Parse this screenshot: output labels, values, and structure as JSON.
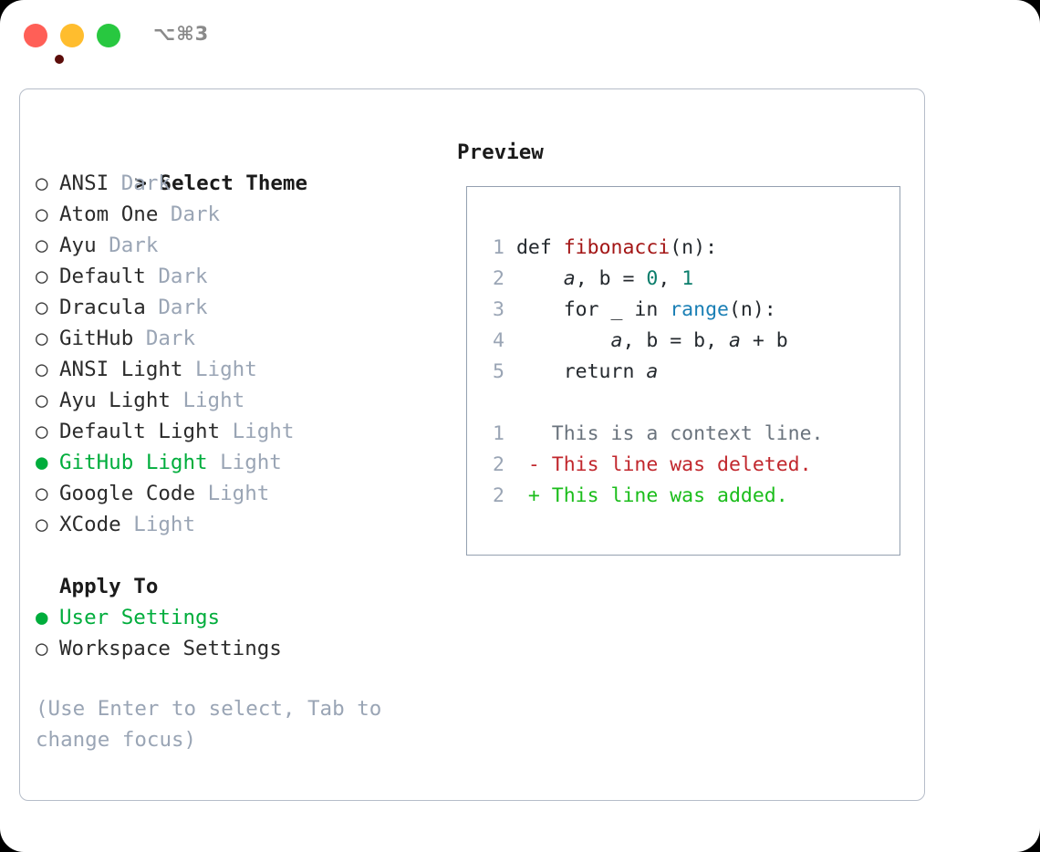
{
  "titlebar": {
    "shortcut": "⌥⌘3",
    "lights": {
      "close": "close-button",
      "minimize": "minimize-button",
      "maximize": "maximize-button"
    }
  },
  "theme_picker": {
    "header_prefix": ">",
    "header": "Select Theme",
    "bullet_off": "○",
    "bullet_on": "●",
    "items": [
      {
        "name": "ANSI",
        "tag": "Dark",
        "selected": false
      },
      {
        "name": "Atom One",
        "tag": "Dark",
        "selected": false
      },
      {
        "name": "Ayu",
        "tag": "Dark",
        "selected": false
      },
      {
        "name": "Default",
        "tag": "Dark",
        "selected": false
      },
      {
        "name": "Dracula",
        "tag": "Dark",
        "selected": false
      },
      {
        "name": "GitHub",
        "tag": "Dark",
        "selected": false
      },
      {
        "name": "ANSI Light",
        "tag": "Light",
        "selected": false
      },
      {
        "name": "Ayu Light",
        "tag": "Light",
        "selected": false
      },
      {
        "name": "Default Light",
        "tag": "Light",
        "selected": false
      },
      {
        "name": "GitHub Light",
        "tag": "Light",
        "selected": true
      },
      {
        "name": "Google Code",
        "tag": "Light",
        "selected": false
      },
      {
        "name": "XCode",
        "tag": "Light",
        "selected": false
      }
    ]
  },
  "apply_to": {
    "header": "Apply To",
    "items": [
      {
        "name": "User Settings",
        "selected": true
      },
      {
        "name": "Workspace Settings",
        "selected": false
      }
    ]
  },
  "hint": "(Use Enter to select, Tab to change focus)",
  "preview": {
    "title": "Preview",
    "code_lines": [
      {
        "no": "1",
        "tokens": [
          {
            "t": "def ",
            "c": "kw"
          },
          {
            "t": "fibonacci",
            "c": "fn"
          },
          {
            "t": "(n):",
            "c": "plain"
          }
        ]
      },
      {
        "no": "2",
        "tokens": [
          {
            "t": "    ",
            "c": "plain"
          },
          {
            "t": "a",
            "c": "var"
          },
          {
            "t": ", b = ",
            "c": "plain"
          },
          {
            "t": "0",
            "c": "num"
          },
          {
            "t": ", ",
            "c": "plain"
          },
          {
            "t": "1",
            "c": "num"
          }
        ]
      },
      {
        "no": "3",
        "tokens": [
          {
            "t": "    for _ in ",
            "c": "plain"
          },
          {
            "t": "range",
            "c": "bi"
          },
          {
            "t": "(n):",
            "c": "plain"
          }
        ]
      },
      {
        "no": "4",
        "tokens": [
          {
            "t": "        ",
            "c": "plain"
          },
          {
            "t": "a",
            "c": "var"
          },
          {
            "t": ", b = b, ",
            "c": "plain"
          },
          {
            "t": "a",
            "c": "var"
          },
          {
            "t": " + b",
            "c": "plain"
          }
        ]
      },
      {
        "no": "5",
        "tokens": [
          {
            "t": "    return ",
            "c": "plain"
          },
          {
            "t": "a",
            "c": "var"
          }
        ]
      }
    ],
    "diff_lines": [
      {
        "no": "1",
        "marker": "  ",
        "text": "This is a context line.",
        "kind": "context"
      },
      {
        "no": "2",
        "marker": "- ",
        "text": "This line was deleted.",
        "kind": "deletion"
      },
      {
        "no": "2",
        "marker": "+ ",
        "text": "This line was added.",
        "kind": "addition"
      }
    ]
  },
  "colors": {
    "accent_green": "#00ad3c",
    "muted": "#9aa5b5",
    "border": "#b6bdc9",
    "preview_border": "#94a0b0",
    "fn": "#a31515",
    "builtin": "#1a7fb5",
    "number": "#0a7d6b",
    "diff_add": "#1bbd1b",
    "diff_del": "#c1272d",
    "diff_ctx": "#6a737d",
    "light_close": "#ff5f57",
    "light_min": "#ffbd2e",
    "light_max": "#28c840"
  }
}
